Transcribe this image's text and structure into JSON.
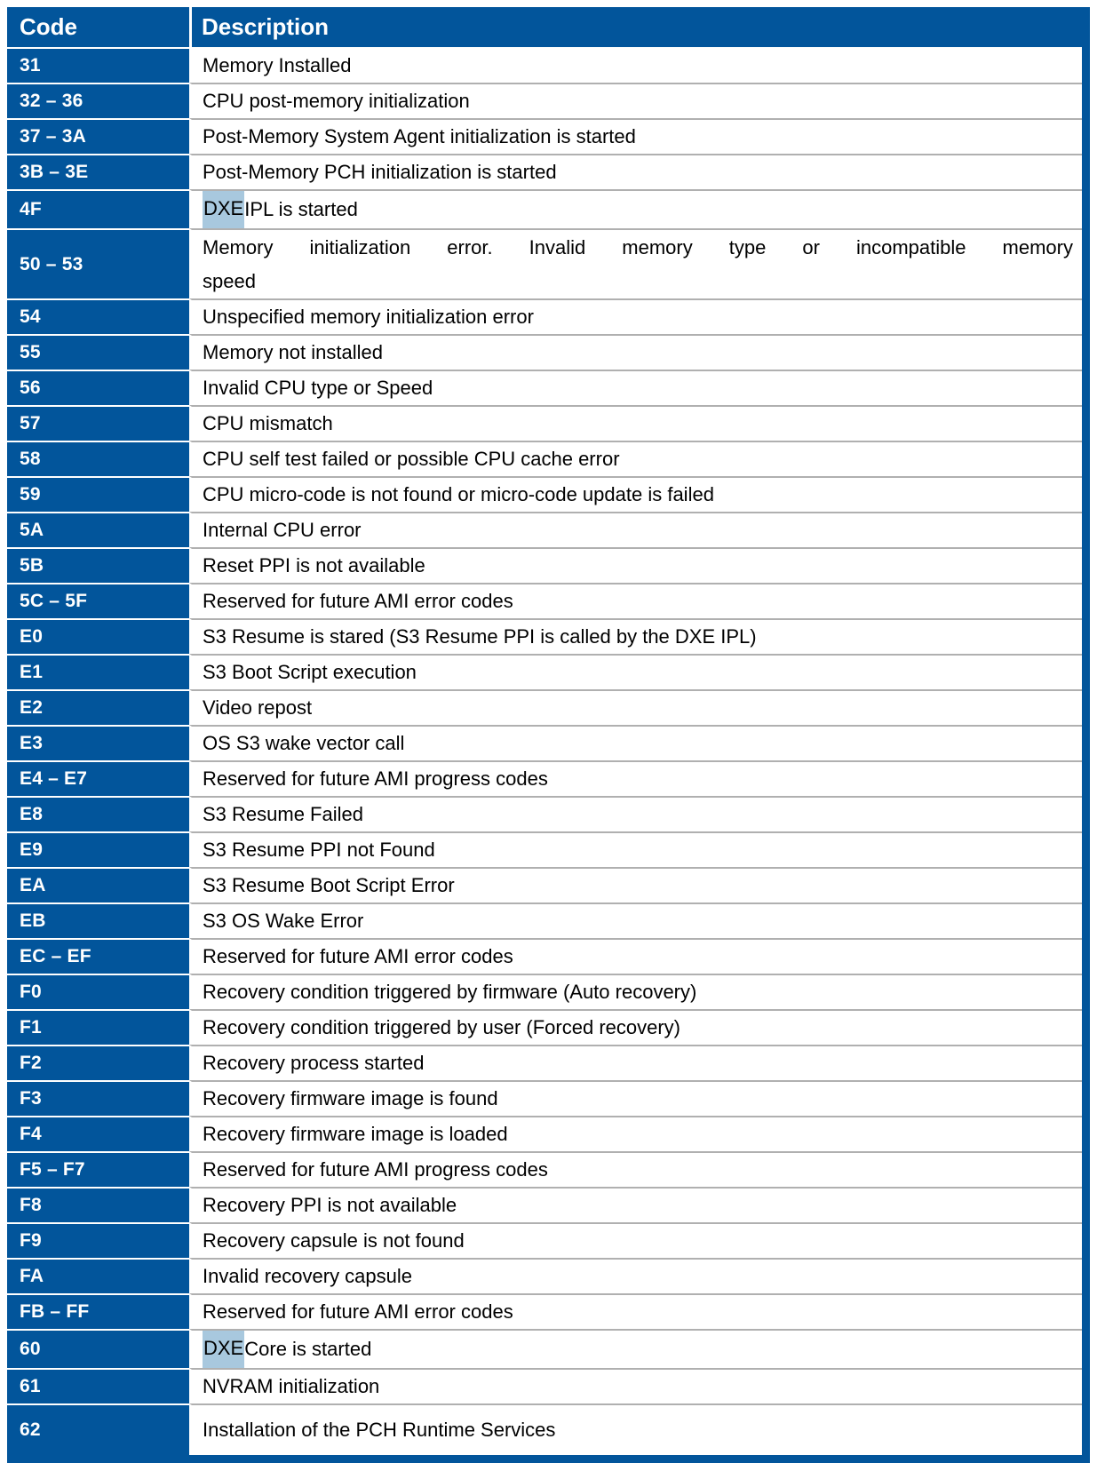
{
  "table": {
    "columns": {
      "code": "Code",
      "description": "Description"
    },
    "accent_color": "#02559B",
    "header_text_color": "#FFFFFF",
    "row_separator_color": "#B0B0B0",
    "highlight_color": "#A8C8DE",
    "highlighted_text": "DXE",
    "rows": [
      {
        "code": "31",
        "description": "Memory Installed"
      },
      {
        "code": "32 – 36",
        "description": "CPU post-memory initialization"
      },
      {
        "code": "37 – 3A",
        "description": "Post-Memory System Agent initialization is started"
      },
      {
        "code": "3B – 3E",
        "description": "Post-Memory PCH initialization is started"
      },
      {
        "code": "4F",
        "description": "DXE IPL is started"
      },
      {
        "code": "50 – 53",
        "description": "Memory initialization error.  Invalid memory type or incompatible memory speed",
        "description_line1": "Memory  initialization  error.    Invalid  memory  type  or  incompatible  memory",
        "description_line2": "speed"
      },
      {
        "code": "54",
        "description": "Unspecified memory initialization error"
      },
      {
        "code": "55",
        "description": "Memory not installed"
      },
      {
        "code": "56",
        "description": "Invalid CPU type or Speed"
      },
      {
        "code": "57",
        "description": "CPU mismatch"
      },
      {
        "code": "58",
        "description": "CPU self test failed or possible CPU cache error"
      },
      {
        "code": "59",
        "description": "CPU micro-code is not found or micro-code update is failed"
      },
      {
        "code": "5A",
        "description": "Internal CPU error"
      },
      {
        "code": "5B",
        "description": "Reset PPI is  not available"
      },
      {
        "code": "5C – 5F",
        "description": "Reserved for future AMI error codes"
      },
      {
        "code": "E0",
        "description": "S3 Resume is stared (S3 Resume PPI is called by the DXE IPL)"
      },
      {
        "code": "E1",
        "description": "S3 Boot Script execution"
      },
      {
        "code": "E2",
        "description": "Video repost"
      },
      {
        "code": "E3",
        "description": "OS S3 wake vector call"
      },
      {
        "code": "E4 – E7",
        "description": "Reserved for future AMI progress codes"
      },
      {
        "code": "E8",
        "description": "S3 Resume Failed"
      },
      {
        "code": "E9",
        "description": "S3 Resume PPI not Found"
      },
      {
        "code": "EA",
        "description": "S3 Resume Boot Script Error"
      },
      {
        "code": "EB",
        "description": "S3 OS Wake Error"
      },
      {
        "code": "EC – EF",
        "description": "Reserved for future AMI error codes"
      },
      {
        "code": "F0",
        "description": "Recovery condition triggered by firmware (Auto recovery)"
      },
      {
        "code": "F1",
        "description": "Recovery condition triggered by user (Forced recovery)"
      },
      {
        "code": "F2",
        "description": "Recovery process started"
      },
      {
        "code": "F3",
        "description": "Recovery firmware image is found"
      },
      {
        "code": "F4",
        "description": "Recovery firmware image is loaded"
      },
      {
        "code": "F5 – F7",
        "description": "Reserved for future AMI progress codes"
      },
      {
        "code": "F8",
        "description": "Recovery PPI is not available"
      },
      {
        "code": "F9",
        "description": "Recovery capsule is not found"
      },
      {
        "code": "FA",
        "description": "Invalid recovery capsule"
      },
      {
        "code": "FB – FF",
        "description": "Reserved for future AMI error codes"
      },
      {
        "code": "60",
        "description": "DXE Core is started"
      },
      {
        "code": "61",
        "description": "NVRAM initialization"
      },
      {
        "code": "62",
        "description": "Installation of the PCH Runtime Services"
      }
    ]
  }
}
